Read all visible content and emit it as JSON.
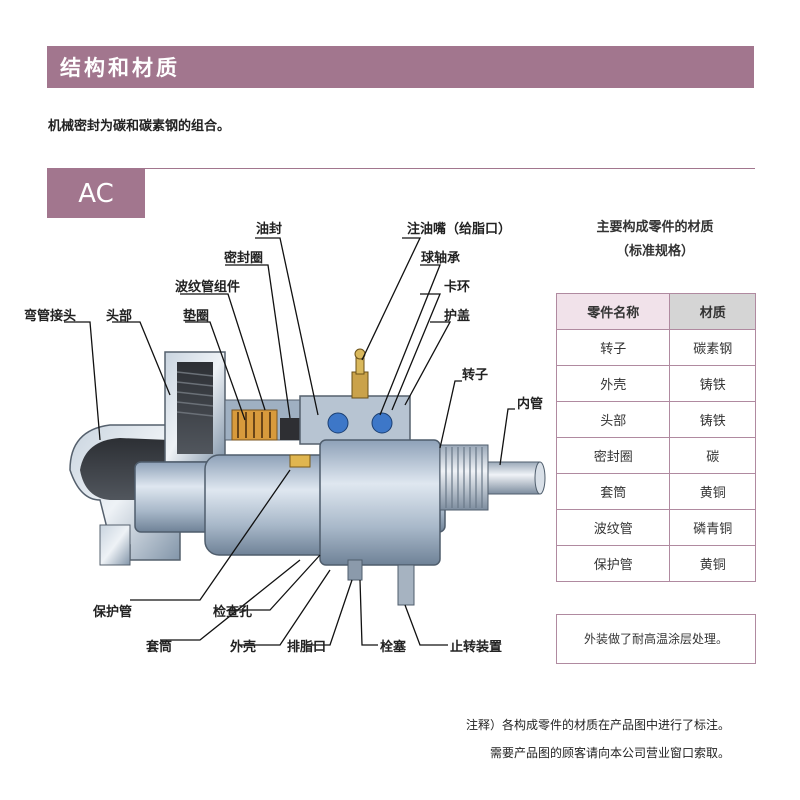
{
  "header": {
    "title": "结构和材质"
  },
  "intro": "机械密封为碳和碳素钢的组合。",
  "section": {
    "label": "AC"
  },
  "materials": {
    "heading_line1": "主要构成零件的材质",
    "heading_line2": "（标准规格）",
    "columns": [
      "零件名称",
      "材质"
    ],
    "rows": [
      [
        "转子",
        "碳素钢"
      ],
      [
        "外壳",
        "铸铁"
      ],
      [
        "头部",
        "铸铁"
      ],
      [
        "密封圈",
        "碳"
      ],
      [
        "套筒",
        "黄铜"
      ],
      [
        "波纹管",
        "磷青铜"
      ],
      [
        "保护管",
        "黄铜"
      ]
    ],
    "note": "外装做了耐高温涂层处理。"
  },
  "diagram_labels": {
    "oil_seal": "油封",
    "grease_nozzle": "注油嘴（给脂口）",
    "seal_ring": "密封圈",
    "ball_bearing": "球轴承",
    "bellows_assembly": "波纹管组件",
    "retaining_ring": "卡环",
    "elbow_joint": "弯管接头",
    "head": "头部",
    "gasket": "垫圈",
    "cover": "护盖",
    "rotor": "转子",
    "inner_pipe": "内管",
    "protective_tube": "保护管",
    "inspection_hole": "检查孔",
    "sleeve": "套筒",
    "housing": "外壳",
    "drain_port": "排脂口",
    "plug": "栓塞",
    "anti_rotation": "止转装置"
  },
  "footnote": {
    "line1": "注释）各构成零件的材质在产品图中进行了标注。",
    "line2": "需要产品图的顾客请向本公司营业窗口索取。"
  }
}
